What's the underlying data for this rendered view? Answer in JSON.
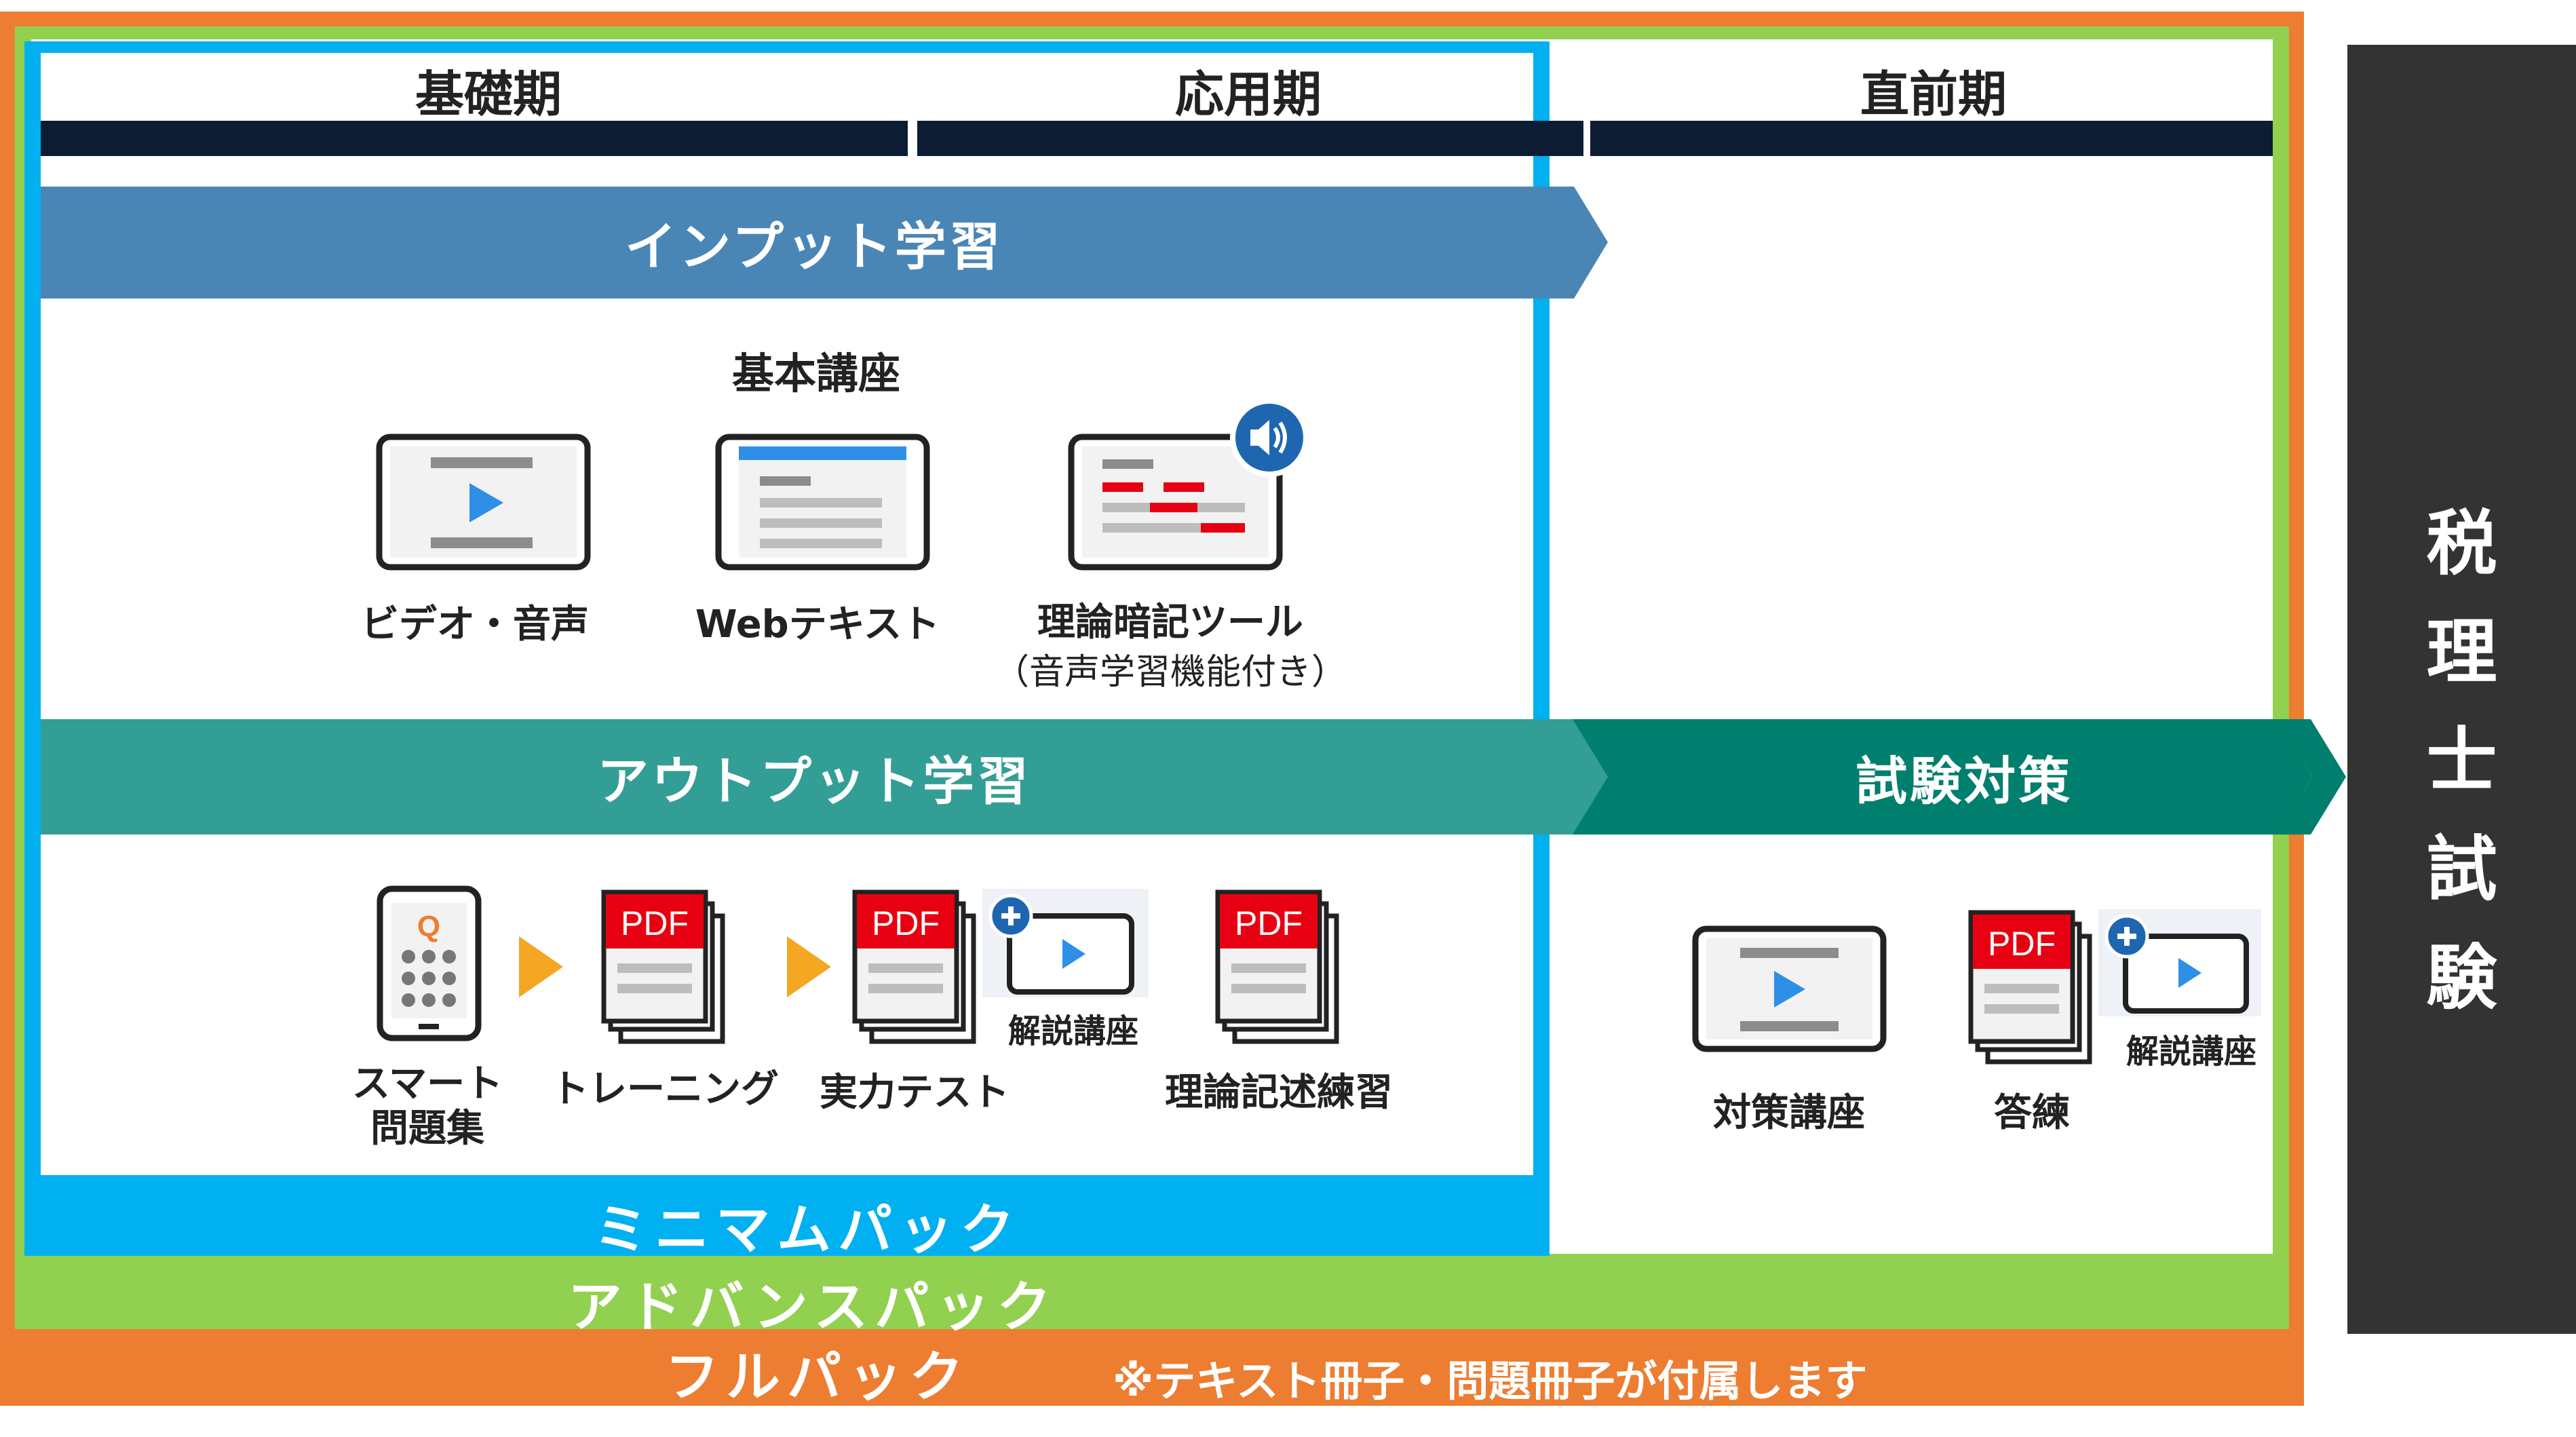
{
  "periods": {
    "basic": "基礎期",
    "applied": "応用期",
    "final": "直前期"
  },
  "bands": {
    "input": "インプット学習",
    "output": "アウトプット学習",
    "exam_prep": "試験対策"
  },
  "basic_course": {
    "title": "基本講座",
    "items": [
      {
        "label": "ビデオ・音声"
      },
      {
        "label": "Webテキスト"
      },
      {
        "label": "理論暗記ツール",
        "sublabel": "（音声学習機能付き）"
      }
    ]
  },
  "output_items": {
    "smart": "スマート問題集",
    "training": "トレーニング",
    "mock_test": "実力テスト",
    "commentary": "解説講座",
    "theory_writing": "理論記述練習"
  },
  "exam_prep_items": {
    "strategy": "対策講座",
    "answer_practice": "答練",
    "commentary": "解説講座"
  },
  "packs": {
    "minimum": "ミニマムパック",
    "advance": "アドバンスパック",
    "full": "フルパック",
    "note": "※テキスト冊子・問題冊子が付属します"
  },
  "exam": "税理士試験",
  "icons": {
    "pdf": "PDF",
    "q": "Q"
  },
  "colors": {
    "full_pack": "#ED7D31",
    "advance_pack": "#92D050",
    "minimum_pack": "#00B0F0",
    "input_band": "#4A86B5",
    "output_band": "#339E96",
    "exam_band": "#007F6E",
    "header_bar": "#0C1C33",
    "exam_block": "#333333"
  }
}
